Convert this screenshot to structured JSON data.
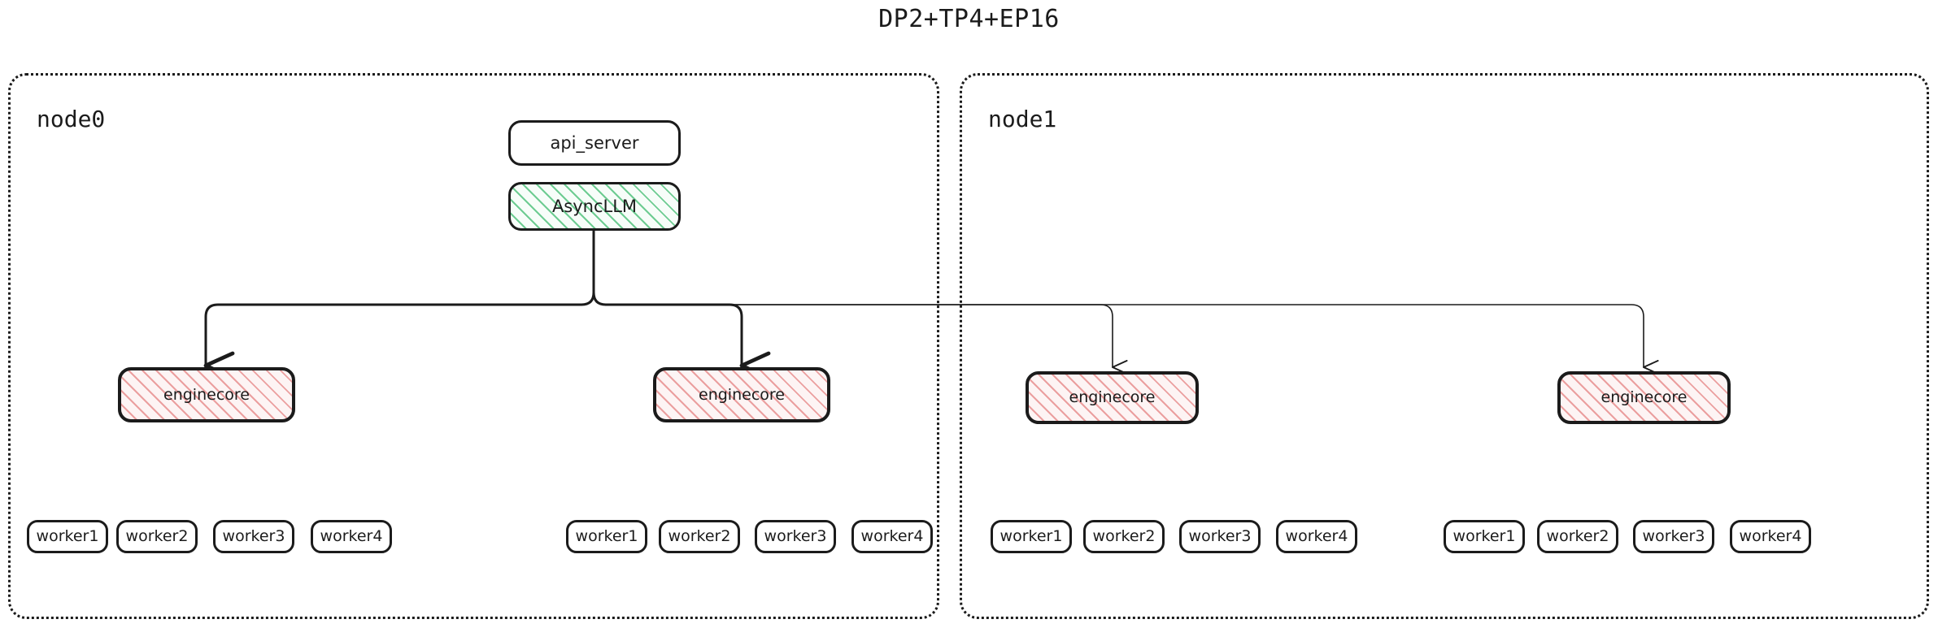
{
  "title": "DP2+TP4+EP16",
  "colors": {
    "stroke": "#1b1b1b",
    "async_hatch": "#66c98c",
    "enginecore_hatch": "#e99696",
    "background": "#ffffff"
  },
  "api_server": {
    "label": "api_server"
  },
  "async_llm": {
    "label": "AsyncLLM"
  },
  "nodes": [
    {
      "label": "node0",
      "enginecores": [
        {
          "label": "enginecore"
        },
        {
          "label": "enginecore"
        }
      ],
      "worker_groups": [
        {
          "workers": [
            "worker1",
            "worker2",
            "worker3",
            "worker4"
          ]
        },
        {
          "workers": [
            "worker1",
            "worker2",
            "worker3",
            "worker4"
          ]
        }
      ]
    },
    {
      "label": "node1",
      "enginecores": [
        {
          "label": "enginecore"
        },
        {
          "label": "enginecore"
        }
      ],
      "worker_groups": [
        {
          "workers": [
            "worker1",
            "worker2",
            "worker3",
            "worker4"
          ]
        },
        {
          "workers": [
            "worker1",
            "worker2",
            "worker3",
            "worker4"
          ]
        }
      ]
    }
  ]
}
